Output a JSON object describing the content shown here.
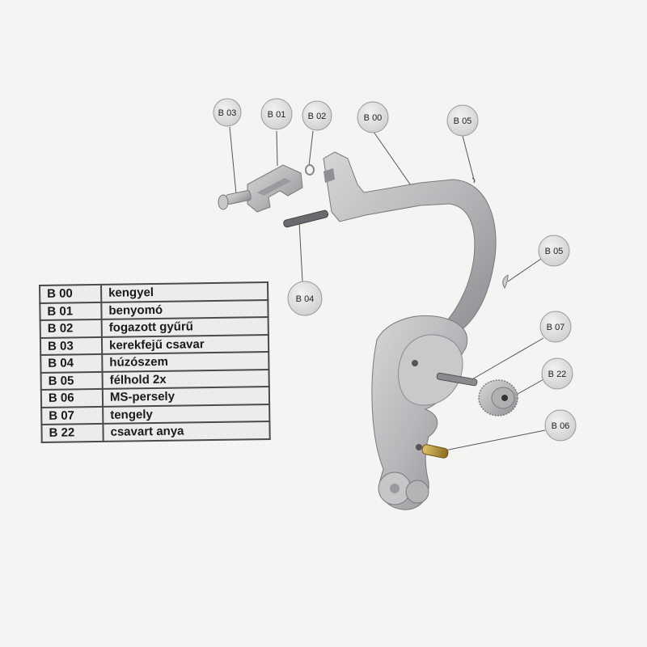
{
  "callouts": [
    {
      "code": "B 03"
    },
    {
      "code": "B 01"
    },
    {
      "code": "B 02"
    },
    {
      "code": "B 00"
    },
    {
      "code": "B 05"
    },
    {
      "code": "B 05"
    },
    {
      "code": "B 04"
    },
    {
      "code": "B 07"
    },
    {
      "code": "B 22"
    },
    {
      "code": "B 06"
    }
  ],
  "parts_table": {
    "rows": [
      {
        "code": "B 00",
        "name": "kengyel"
      },
      {
        "code": "B 01",
        "name": "benyomó"
      },
      {
        "code": "B 02",
        "name": "fogazott gyűrű"
      },
      {
        "code": "B 03",
        "name": "kerekfejű csavar"
      },
      {
        "code": "B 04",
        "name": "húzószem"
      },
      {
        "code": "B 05",
        "name": "félhold 2x"
      },
      {
        "code": "B 06",
        "name": "MS-persely"
      },
      {
        "code": "B 07",
        "name": "tengely"
      },
      {
        "code": "B 22",
        "name": "csavart anya"
      }
    ]
  },
  "colors": {
    "background": "#f4f4f3",
    "metal": "#b9b9bb",
    "brass": "#b8912f",
    "callout_fill": "#e2e2e2"
  }
}
